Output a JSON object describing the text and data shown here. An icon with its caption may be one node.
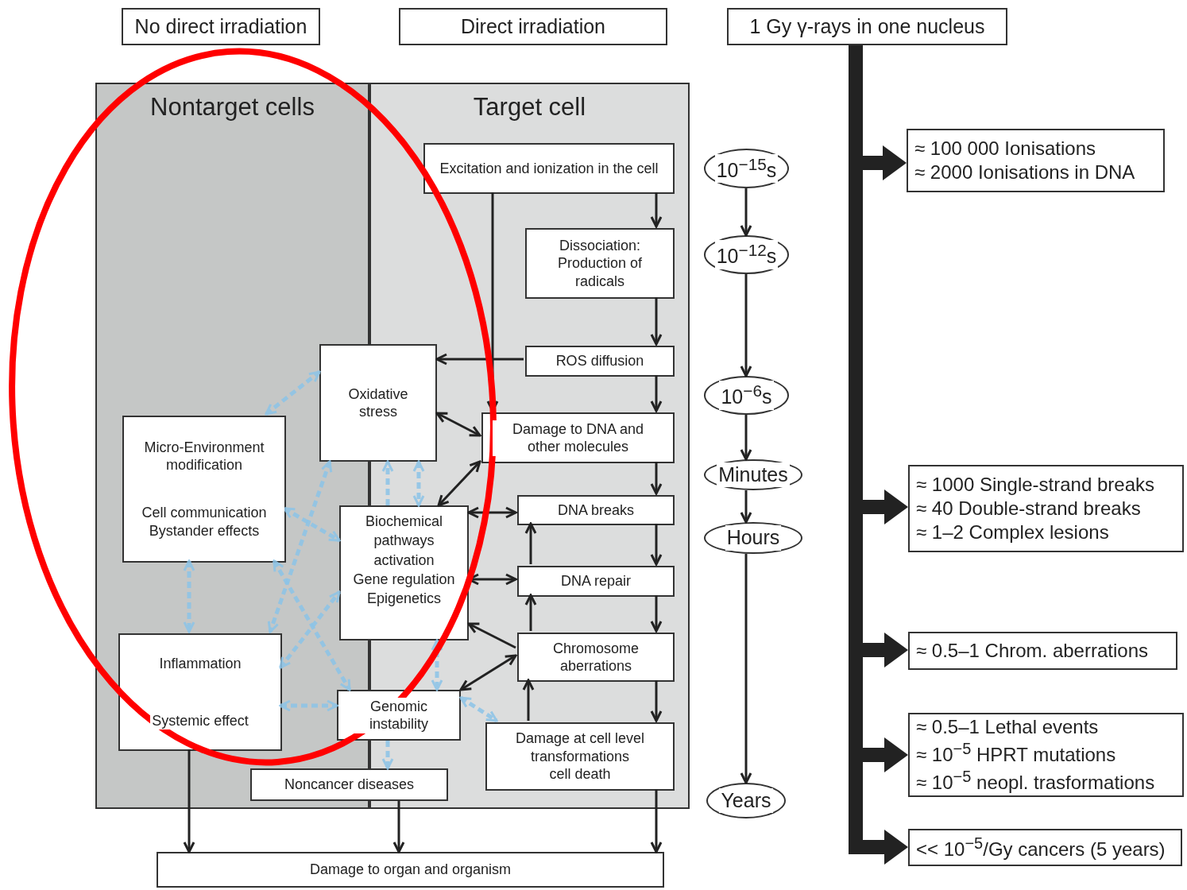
{
  "diagram": {
    "nodes": [
      {
        "text": [
          "No direct irradiation"
        ]
      },
      {
        "text": [
          "Direct irradiation"
        ]
      },
      {
        "text": [
          "1 Gy γ-rays in one nucleus"
        ]
      },
      {
        "text": [
          "Nontarget cells"
        ]
      },
      {
        "text": [
          "Target cell"
        ]
      },
      {
        "text": [
          "Excitation and ionization in the cell"
        ],
        "in": 4
      },
      {
        "text": [
          "Dissociation: Production of radicals"
        ],
        "in": 4
      },
      {
        "text": [
          "ROS diffusion"
        ],
        "in": 4
      },
      {
        "text": [
          "Oxidative stress"
        ]
      },
      {
        "text": [
          "Micro-Environment modification",
          "Cell  communication Bystander effects"
        ],
        "in": 3
      },
      {
        "text": [
          "Damage to DNA and other molecules"
        ],
        "in": 4
      },
      {
        "text": [
          "DNA breaks"
        ],
        "in": 4
      },
      {
        "text": [
          "Biochemical pathways activation",
          "Gene regulation",
          "Epigenetics"
        ]
      },
      {
        "text": [
          "DNA repair"
        ],
        "in": 4
      },
      {
        "text": [
          "Inflammation",
          "Systemic effect"
        ],
        "in": 3
      },
      {
        "text": [
          "Chromosome aberrations"
        ],
        "in": 4
      },
      {
        "text": [
          "Genomic instability"
        ]
      },
      {
        "text": [
          "Damage at cell level",
          "transformations",
          "cell death"
        ],
        "in": 4
      },
      {
        "text": [
          "Noncancer diseases"
        ]
      },
      {
        "text": [
          "Damage to organ and organism"
        ]
      },
      {
        "text": [
          "10$^{−15}$s"
        ]
      },
      {
        "text": [
          "10$^{−12}$s"
        ]
      },
      {
        "text": [
          "10$^{−6}$s"
        ]
      },
      {
        "text": [
          "Minutes"
        ]
      },
      {
        "text": [
          "Hours"
        ]
      },
      {
        "text": [
          "Years"
        ]
      },
      {
        "text": [
          "≈ 100 000 Ionisations",
          "≈ 2000 Ionisations in DNA"
        ]
      },
      {
        "text": [
          "≈ 1000 Single-strand breaks",
          "≈ 40 Double-strand breaks",
          "≈ 1–2 Complex lesions"
        ]
      },
      {
        "text": [
          "≈ 0.5–1 Chrom. aberrations"
        ]
      },
      {
        "text": [
          "≈ 0.5–1 Lethal events",
          "≈ 10$^{−5}$ HPRT mutations",
          "≈ 10$^{−5}$ neopl. trasformations"
        ]
      },
      {
        "text": [
          "<< 10$^{−5}$/Gy cancers (5 years)"
        ]
      }
    ],
    "edges": [
      {
        "from": 5,
        "to": 6,
        "arrow": "to"
      },
      {
        "from": 6,
        "to": 7,
        "arrow": "to"
      },
      {
        "from": 7,
        "to": 8,
        "arrow": "to"
      },
      {
        "from": 5,
        "to": 10,
        "arrow": "to"
      },
      {
        "from": 7,
        "to": 10,
        "arrow": "to"
      },
      {
        "from": 8,
        "to": 10,
        "arrow": "both"
      },
      {
        "from": 10,
        "to": 12,
        "arrow": "both"
      },
      {
        "from": 10,
        "to": 11,
        "arrow": "to"
      },
      {
        "from": 12,
        "to": 11,
        "arrow": "both"
      },
      {
        "from": 11,
        "to": 13,
        "arrow": "to"
      },
      {
        "from": 13,
        "to": 11,
        "arrow": "to"
      },
      {
        "from": 12,
        "to": 13,
        "arrow": "both"
      },
      {
        "from": 13,
        "to": 15,
        "arrow": "to"
      },
      {
        "from": 15,
        "to": 13,
        "arrow": "to"
      },
      {
        "from": 15,
        "to": 12,
        "arrow": "to"
      },
      {
        "from": 15,
        "to": 16,
        "arrow": "both"
      },
      {
        "from": 15,
        "to": 17,
        "arrow": "to"
      },
      {
        "from": 17,
        "to": 15,
        "arrow": "to"
      },
      {
        "from": 14,
        "to": 19,
        "arrow": "to"
      },
      {
        "from": 18,
        "to": 19,
        "arrow": "to"
      },
      {
        "from": 17,
        "to": 19,
        "arrow": "to"
      },
      {
        "from": 20,
        "to": 21,
        "arrow": "to"
      },
      {
        "from": 21,
        "to": 22,
        "arrow": "to"
      },
      {
        "from": 22,
        "to": 23,
        "arrow": "to"
      },
      {
        "from": 23,
        "to": 24,
        "arrow": "to"
      },
      {
        "from": 24,
        "to": 25,
        "arrow": "to"
      },
      {
        "from": 2,
        "to": 26,
        "arrow": "to",
        "style": "thick"
      },
      {
        "from": 2,
        "to": 27,
        "arrow": "to",
        "style": "thick"
      },
      {
        "from": 2,
        "to": 28,
        "arrow": "to",
        "style": "thick"
      },
      {
        "from": 2,
        "to": 29,
        "arrow": "to",
        "style": "thick"
      },
      {
        "from": 2,
        "to": 30,
        "arrow": "to",
        "style": "thick"
      },
      {
        "from": 9,
        "to": 8,
        "arrow": "both",
        "style": "dashed",
        "color": "#8cc4e8"
      },
      {
        "from": 9,
        "to": 12,
        "arrow": "both",
        "style": "dashed",
        "color": "#8cc4e8"
      },
      {
        "from": 8,
        "to": 14,
        "arrow": "both",
        "style": "dashed",
        "color": "#8cc4e8"
      },
      {
        "from": 9,
        "to": 14,
        "arrow": "both",
        "style": "dashed",
        "color": "#8cc4e8"
      },
      {
        "from": 9,
        "to": 16,
        "arrow": "both",
        "style": "dashed",
        "color": "#8cc4e8"
      },
      {
        "from": 14,
        "to": 12,
        "arrow": "both",
        "style": "dashed",
        "color": "#8cc4e8"
      },
      {
        "from": 14,
        "to": 16,
        "arrow": "both",
        "style": "dashed",
        "color": "#8cc4e8"
      },
      {
        "from": 12,
        "to": 8,
        "arrow": "to",
        "style": "dashed",
        "color": "#8cc4e8"
      },
      {
        "from": 8,
        "to": 12,
        "arrow": "both",
        "style": "dashed",
        "color": "#8cc4e8"
      },
      {
        "from": 12,
        "to": 16,
        "arrow": "both",
        "style": "dashed",
        "color": "#8cc4e8"
      },
      {
        "from": 16,
        "to": 18,
        "arrow": "to",
        "style": "dashed",
        "color": "#8cc4e8"
      },
      {
        "from": 16,
        "to": 17,
        "arrow": "both",
        "style": "dashed",
        "color": "#8cc4e8"
      }
    ]
  }
}
